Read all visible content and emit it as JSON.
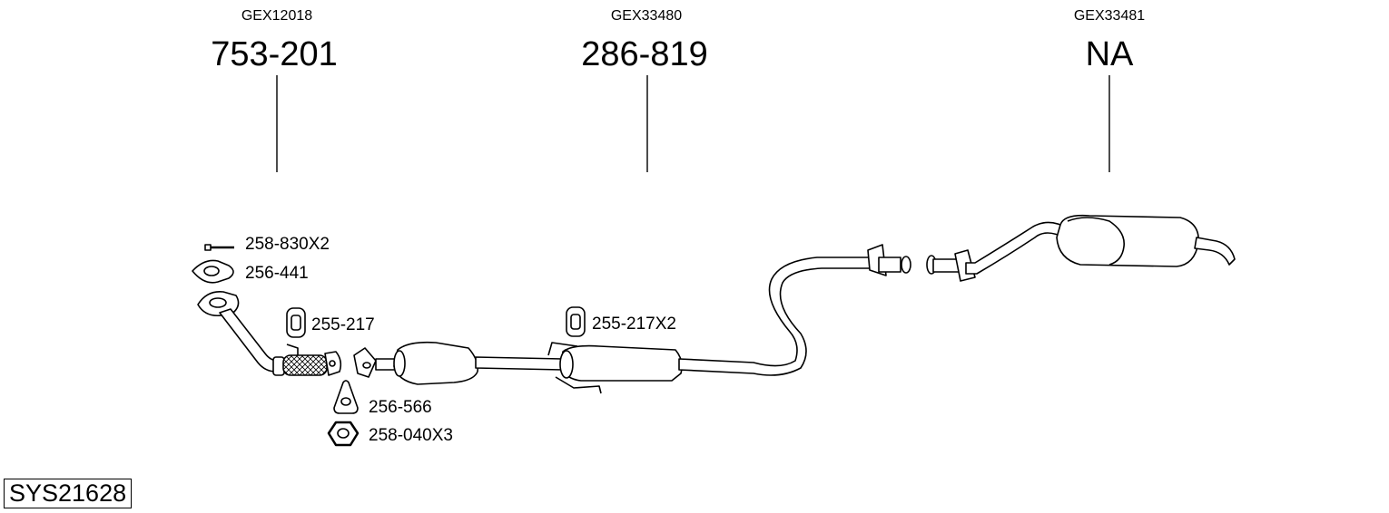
{
  "groups": [
    {
      "code": "GEX12018",
      "number": "753-201"
    },
    {
      "code": "GEX33480",
      "number": "286-819"
    },
    {
      "code": "GEX33481",
      "number": "NA"
    }
  ],
  "parts": {
    "bolt": "258-830X2",
    "gasket_front": "256-441",
    "rubber_mount": "255-217",
    "rubber_mount_x2": "255-217X2",
    "gasket_flange": "256-566",
    "nut": "258-040X3"
  },
  "system_id": "SYS21628"
}
